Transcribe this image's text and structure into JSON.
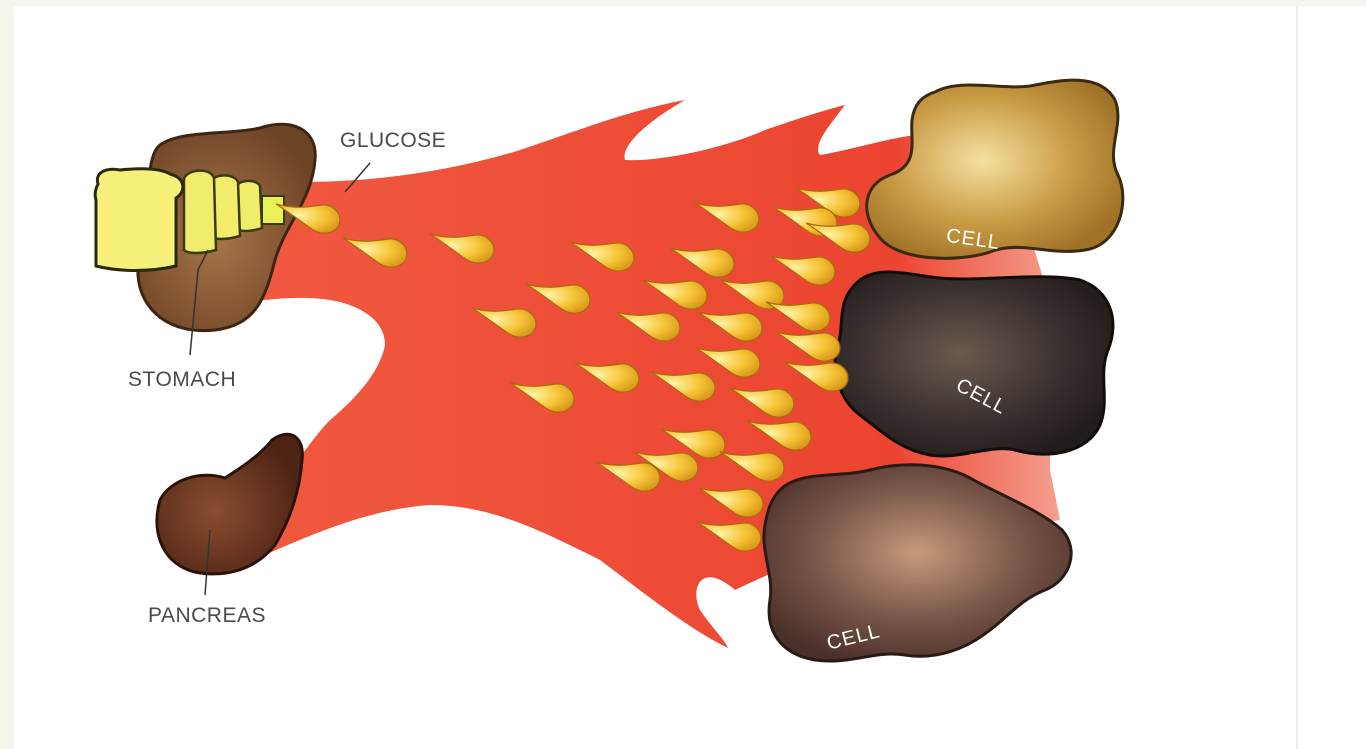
{
  "labels": {
    "glucose": "GLUCOSE",
    "stomach": "STOMACH",
    "pancreas": "PANCREAS",
    "cell_top": "CELL",
    "cell_middle": "CELL",
    "cell_bottom": "CELL"
  },
  "colors": {
    "bloodstream": "#ee4a36",
    "glucose_drop": "#f6c437",
    "stomach": "#8a5a38",
    "pancreas": "#6e3a22",
    "cell_top": "#b88a32",
    "cell_middle": "#2f2925",
    "cell_bottom": "#6a4a3a",
    "bread": "#f4ec78"
  },
  "icons": {
    "food": "bread-slices-icon",
    "glucose": "glucose-drop-icon"
  }
}
